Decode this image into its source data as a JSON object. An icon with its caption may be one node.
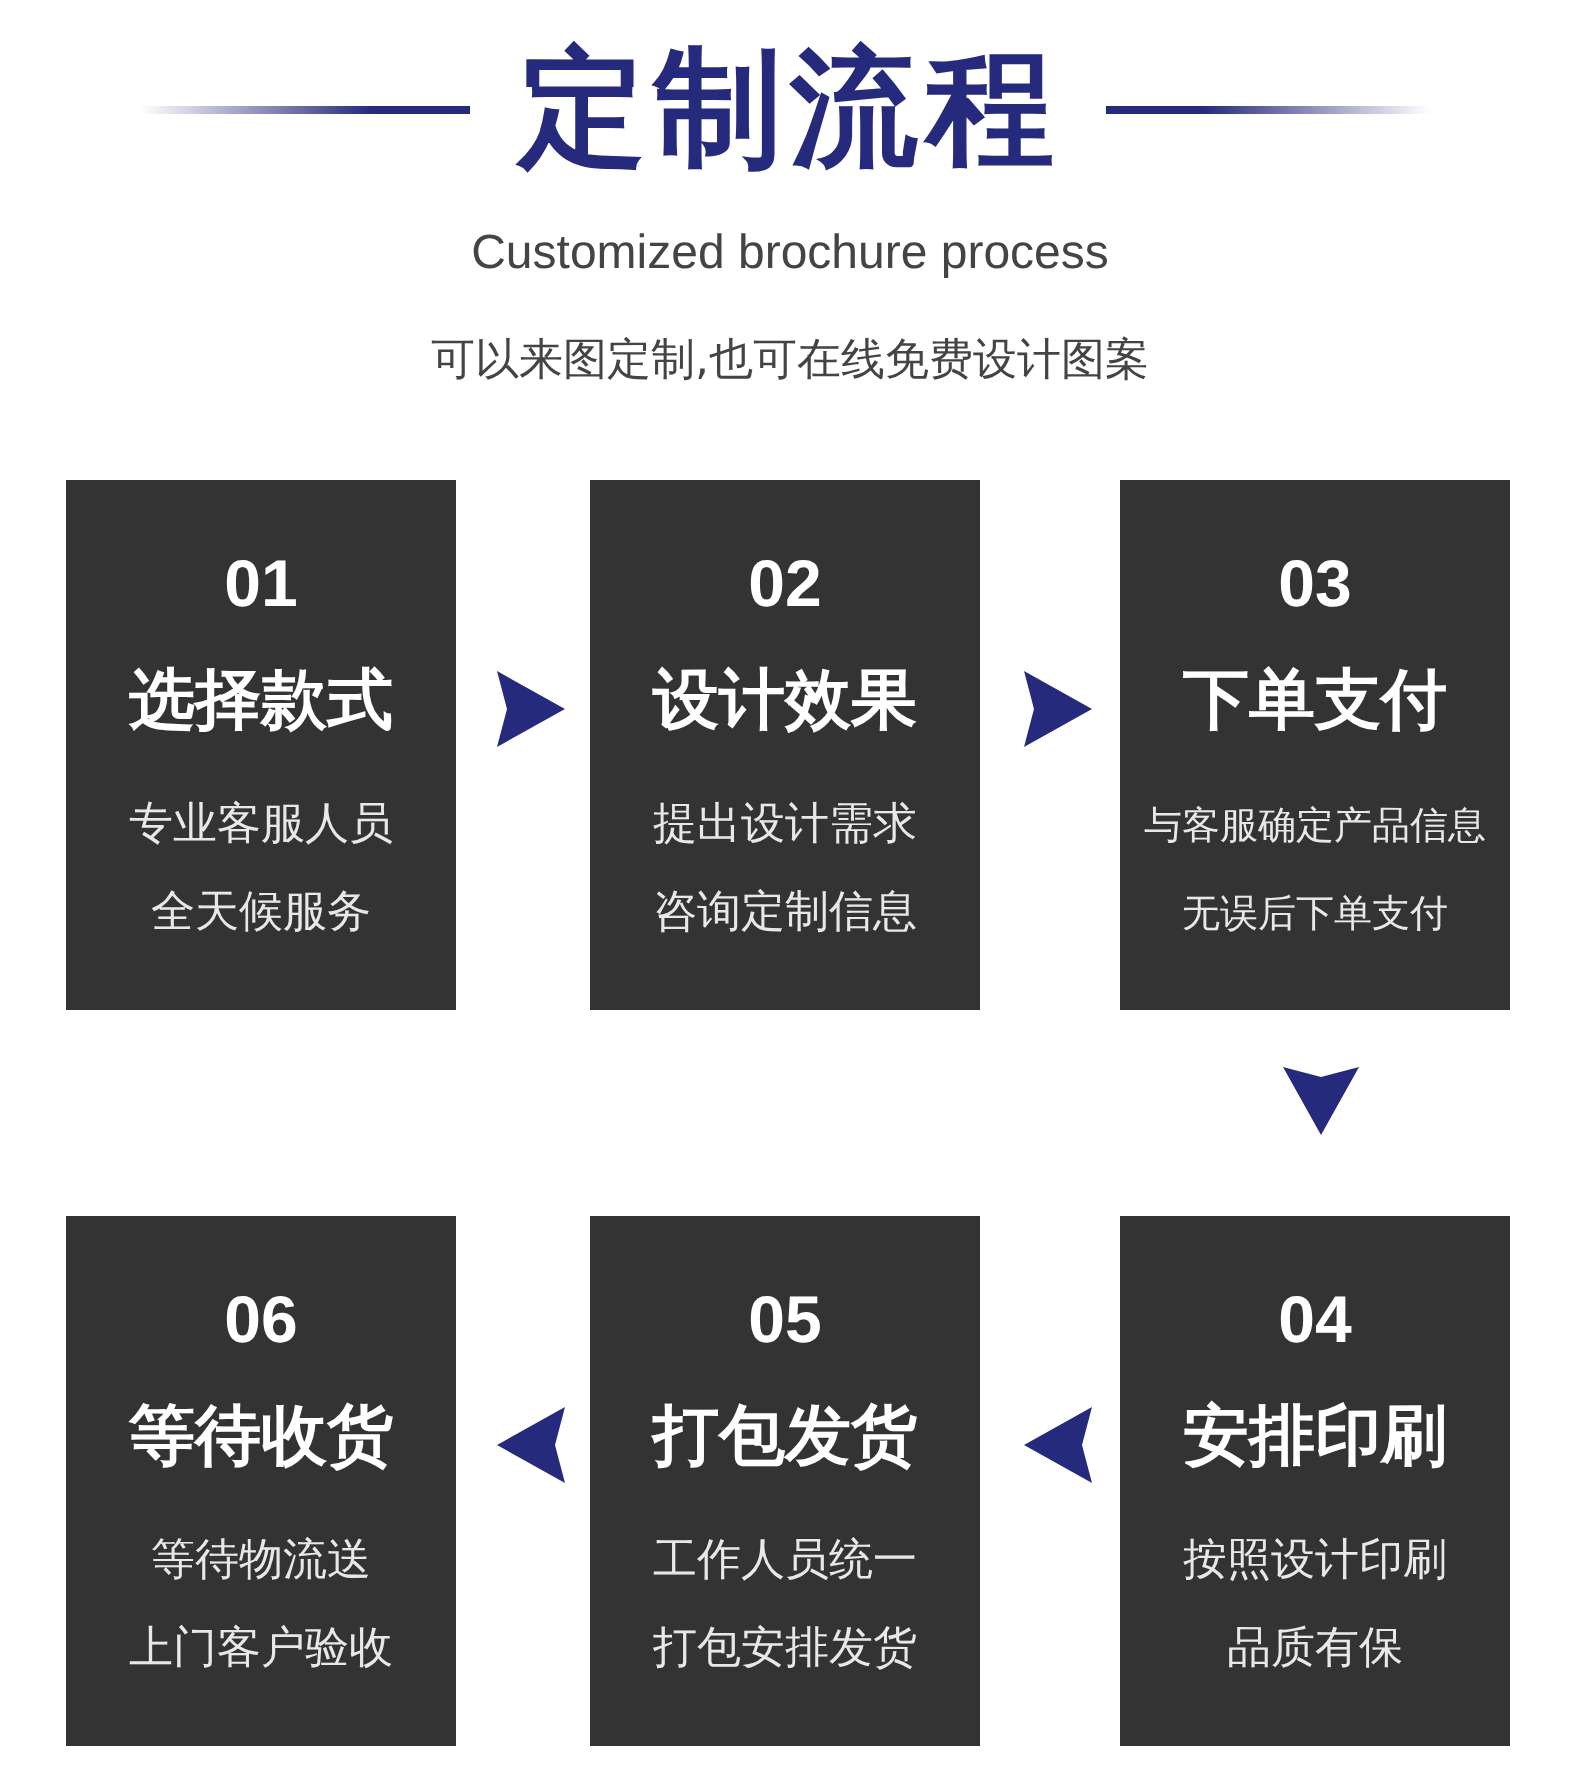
{
  "diagram": {
    "title": "定制流程",
    "nodes": [
      {
        "text": [
          "01",
          "选择款式",
          "专业客服人员",
          "全天候服务"
        ]
      },
      {
        "text": [
          "02",
          "设计效果",
          "提出设计需求",
          "咨询定制信息"
        ]
      },
      {
        "text": [
          "03",
          "下单支付",
          "与客服确定产品信息",
          "无误后下单支付"
        ]
      },
      {
        "text": [
          "04",
          "安排印刷",
          "按照设计印刷",
          "品质有保"
        ]
      },
      {
        "text": [
          "05",
          "打包发货",
          "工作人员统一",
          "打包安排发货"
        ]
      },
      {
        "text": [
          "06",
          "等待收货",
          "等待物流送",
          "上门客户验收"
        ]
      }
    ],
    "edges": [
      {
        "from": 0,
        "to": 1,
        "arrow": "to"
      },
      {
        "from": 1,
        "to": 2,
        "arrow": "to"
      },
      {
        "from": 2,
        "to": 3,
        "arrow": "to"
      },
      {
        "from": 3,
        "to": 4,
        "arrow": "to"
      },
      {
        "from": 4,
        "to": 5,
        "arrow": "to"
      }
    ],
    "labels": [
      "Customized brochure process",
      "可以来图定制,也可在线免费设计图案"
    ]
  }
}
